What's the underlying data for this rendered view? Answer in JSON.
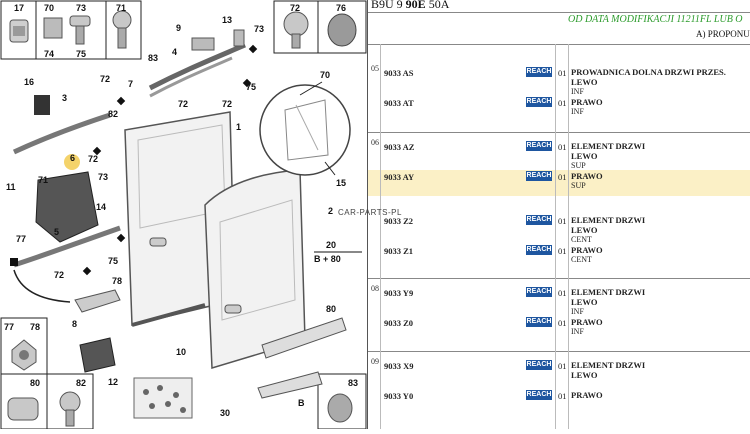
{
  "header": {
    "title_prefix": "B9U 9 ",
    "title_bold": "90E",
    "title_suffix": " 50A",
    "modification": "OD DATA MODIFIKACJI 11211FL LUB O",
    "proposal": "A) PROPONU"
  },
  "watermark": "CAR-PARTS-PL",
  "reach_label": "REACH",
  "diagram_labels": [
    "17",
    "70",
    "73",
    "71",
    "72",
    "76",
    "9",
    "13",
    "73",
    "83",
    "4",
    "72",
    "75",
    "7",
    "16",
    "3",
    "82",
    "72",
    "72",
    "6",
    "1",
    "70",
    "71",
    "73",
    "15",
    "11",
    "14",
    "2",
    "77",
    "5",
    "75",
    "20",
    "B + 80",
    "72",
    "78",
    "8",
    "80",
    "77",
    "78",
    "10",
    "12",
    "80",
    "82",
    "30",
    "B",
    "83"
  ],
  "groups": [
    {
      "num": "05",
      "rows": [
        {
          "pn": "9033 AS",
          "qty": "01",
          "title": "PROWADNICA DOLNA DRZWI PRZES.",
          "side": "LEWO",
          "sub": "INF",
          "highlight": false
        },
        {
          "pn": "9033 AT",
          "qty": "01",
          "title": "",
          "side": "PRAWO",
          "sub": "INF",
          "highlight": false
        }
      ]
    },
    {
      "num": "06",
      "rows": [
        {
          "pn": "9033 AZ",
          "qty": "01",
          "title": "ELEMENT DRZWI",
          "side": "LEWO",
          "sub": "SUP",
          "highlight": false
        },
        {
          "pn": "9033 AY",
          "qty": "01",
          "title": "",
          "side": "PRAWO",
          "sub": "SUP",
          "highlight": true
        },
        {
          "pn": "9033 Z2",
          "qty": "01",
          "title": "ELEMENT DRZWI",
          "side": "LEWO",
          "sub": "CENT",
          "highlight": false
        },
        {
          "pn": "9033 Z1",
          "qty": "01",
          "title": "",
          "side": "PRAWO",
          "sub": "CENT",
          "highlight": false
        }
      ]
    },
    {
      "num": "08",
      "rows": [
        {
          "pn": "9033 Y9",
          "qty": "01",
          "title": "ELEMENT DRZWI",
          "side": "LEWO",
          "sub": "INF",
          "highlight": false
        },
        {
          "pn": "9033 Z0",
          "qty": "01",
          "title": "",
          "side": "PRAWO",
          "sub": "INF",
          "highlight": false
        }
      ]
    },
    {
      "num": "09",
      "rows": [
        {
          "pn": "9033 X9",
          "qty": "01",
          "title": "ELEMENT DRZWI",
          "side": "LEWO",
          "sub": "",
          "highlight": false
        },
        {
          "pn": "9033 Y0",
          "qty": "01",
          "title": "",
          "side": "PRAWO",
          "sub": "",
          "highlight": false
        }
      ]
    }
  ]
}
